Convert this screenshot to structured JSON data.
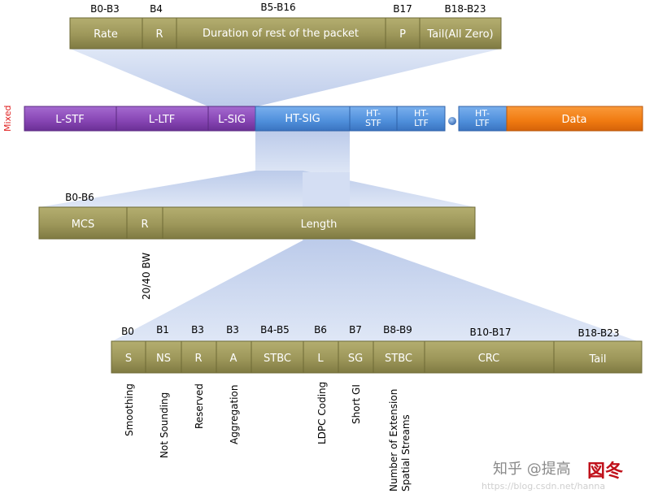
{
  "colors": {
    "olive": "#a09a5a",
    "olive_dark": "#6e6a35",
    "purple": "#8a47b6",
    "blue": "#5594de",
    "orange": "#f07a10",
    "wedge": "#c3d2ef"
  },
  "lsig_row": {
    "bit_labels": [
      "B0-B3",
      "B4",
      "B5-B16",
      "B17",
      "B18-B23"
    ],
    "fields": [
      "Rate",
      "R",
      "Duration of rest of the packet",
      "P",
      "Tail(All Zero)"
    ]
  },
  "mixed_row": {
    "side_label": "Mixed",
    "fields": [
      "L-STF",
      "L-LTF",
      "L-SIG",
      "HT-SIG",
      "HT-STF",
      "HT-LTF",
      "HT-LTF",
      "Data"
    ]
  },
  "htsig1_row": {
    "bit_labels": [
      "B0-B6"
    ],
    "fields": [
      "MCS",
      "R",
      "Length"
    ],
    "vertical_labels": [
      "20/40 BW"
    ]
  },
  "htsig2_row": {
    "bit_labels": [
      "B0",
      "B1",
      "B3",
      "B3",
      "B4-B5",
      "B6",
      "B7",
      "B8-B9",
      "B10-B17",
      "B18-B23"
    ],
    "fields": [
      "S",
      "NS",
      "R",
      "A",
      "STBC",
      "L",
      "SG",
      "STBC",
      "CRC",
      "Tail"
    ],
    "vertical_labels": [
      "Smoothing",
      "Not Sounding",
      "Reserved",
      "Aggregation",
      "LDPC Coding",
      "Short GI",
      "Number of Extension",
      "Spatial Streams"
    ]
  },
  "watermark": {
    "text": "知乎 @提高",
    "logo": "図冬",
    "url": "https://blog.csdn.net/hanna"
  }
}
